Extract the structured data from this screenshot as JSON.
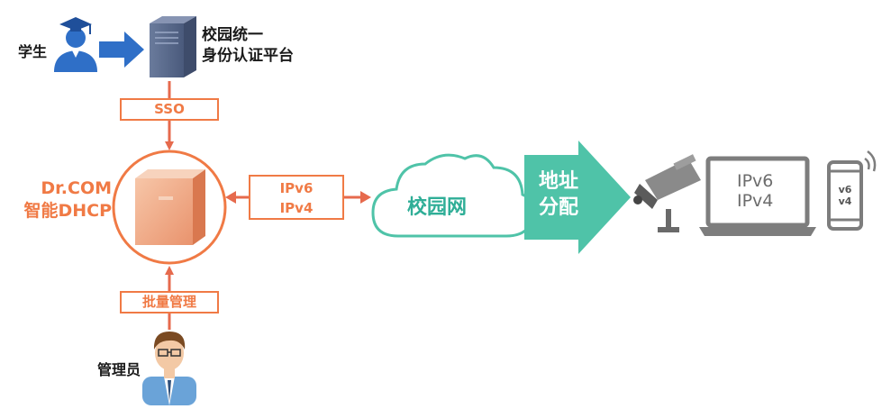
{
  "nodes": {
    "student": "学生",
    "portal_line1": "校园统一",
    "portal_line2": "身份认证平台",
    "drcom_line1": "Dr.COM",
    "drcom_line2": "智能DHCP",
    "admin": "管理员",
    "campus_net": "校园网",
    "assign_line1": "地址",
    "assign_line2": "分配",
    "laptop_line1": "IPv6",
    "laptop_line2": "IPv4",
    "phone_line1": "v6",
    "phone_line2": "v4"
  },
  "edges": {
    "sso": "SSO",
    "ipv6": "IPv6",
    "ipv4": "IPv4",
    "batch": "批量管理"
  },
  "colors": {
    "accent_orange": "#f07a45",
    "line_orange": "#e66a4d",
    "teal": "#4fc3a8",
    "blue_arrow": "#2f6fc7",
    "device_gray": "#7d7d7d"
  },
  "icons": [
    "student-icon",
    "server-icon",
    "dhcp-device-icon",
    "admin-icon",
    "cloud-icon",
    "camera-icon",
    "laptop-icon",
    "phone-icon",
    "wifi-icon"
  ]
}
